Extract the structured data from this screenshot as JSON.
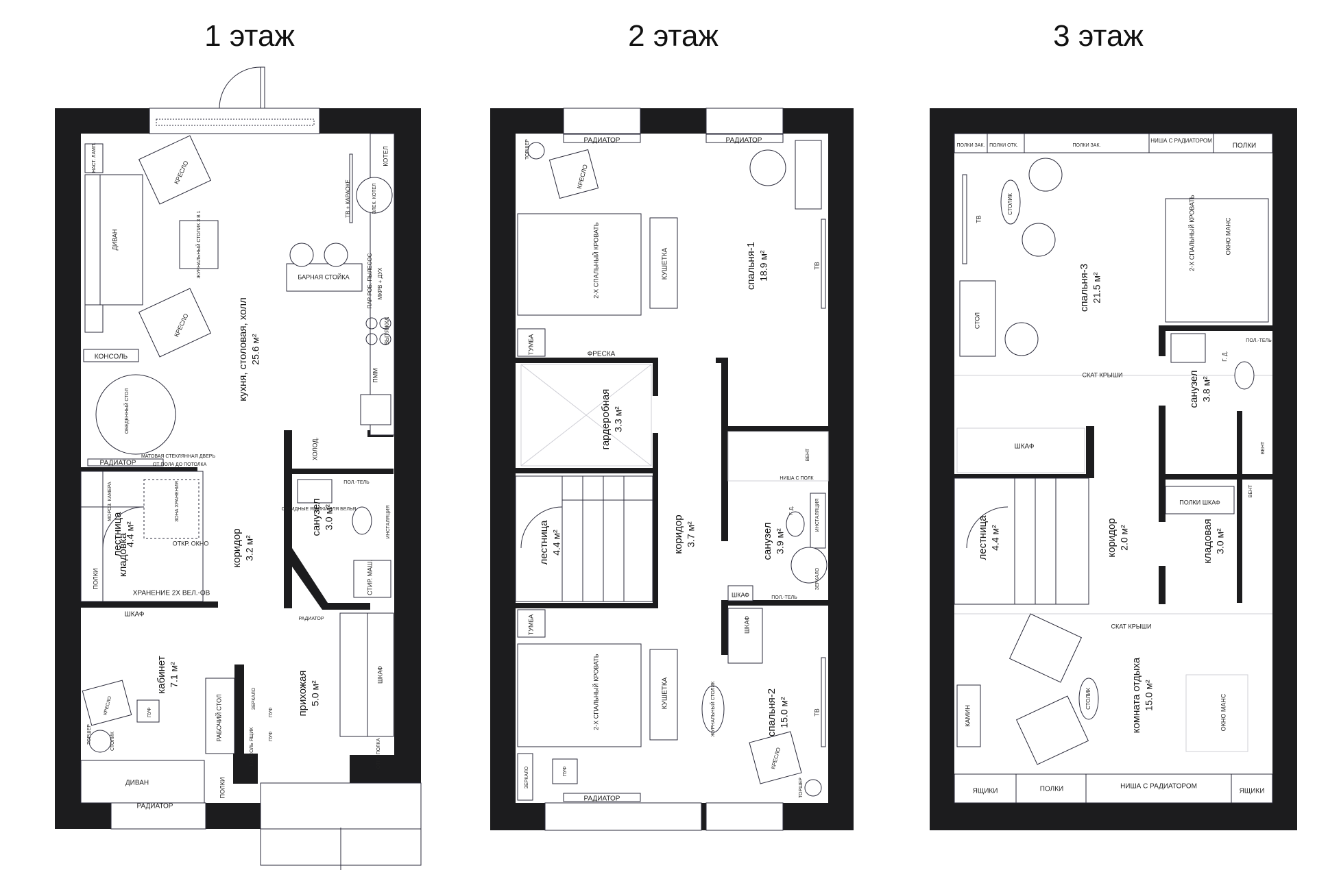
{
  "floors": [
    {
      "title": "1 этаж",
      "rooms": [
        {
          "name": "кухня, столовая, холл",
          "area": "25.6 м²"
        },
        {
          "name": "лестница",
          "area": "4.4 м²"
        },
        {
          "name": "кладовка"
        },
        {
          "name": "коридор",
          "area": "3.2 м²"
        },
        {
          "name": "санузел",
          "area": "3.0 м²"
        },
        {
          "name": "кабинет",
          "area": "7.1 м²"
        },
        {
          "name": "прихожая",
          "area": "5.0 м²"
        }
      ],
      "labels": [
        "КРЕСЛО",
        "ДИВАН",
        "ЖУРНАЛЬНЫЙ СТОЛИК 3 В 1",
        "КРЕСЛО",
        "КОНСОЛЬ",
        "ОБЕДЕННЫЙ СТОЛ",
        "РАДИАТОР",
        "МАТОВАЯ СТЕКЛЯННАЯ ДВЕРЬ",
        "ОТ ПОЛА ДО ПОТОЛКА",
        "БАРНАЯ СТОЙКА",
        "ТВ + КАРАОКЕ",
        "КОТЕЛ",
        "ЭЛЕК. КОТЕЛ",
        "ПАР РОБ. ПЫЛЕСОС",
        "МКРВ + ДУХ",
        "ВЫТЯЖКА",
        "ПММ",
        "ХОЛОД.",
        "ПОЛ.-ТЕЛЬ",
        "ОТКИДНЫЕ ЯЩИКИ ДЛЯ БЕЛЬЯ",
        "ИНСТАЛЯЦИЯ",
        "СТИР. МАШ.",
        "МОРОЗ. КАМЕРА",
        "ЗОНА ХРАНЕНИЯ",
        "ОТКР. ОКНО",
        "ПОЛКИ",
        "ХРАНЕНИЕ 2Х ВЕЛ.-ОВ",
        "ШКАФ",
        "КРЕСЛО",
        "ПУФ",
        "СТОЛИК",
        "ТОРШЕР",
        "РАБОЧИЙ СТОЛ",
        "ЗЕРКАЛО",
        "КОНСОЛЬ ЯЩИК",
        "ПУФ",
        "ПУФ",
        "ШКАФ",
        "ОТКР. ПОЛКА",
        "ДИВАН",
        "ПОЛКИ",
        "РАДИАТОР",
        "РАДИАТОР",
        "НАСТ. ЛАМП."
      ]
    },
    {
      "title": "2 этаж",
      "rooms": [
        {
          "name": "спальня-1",
          "area": "18.9 м²"
        },
        {
          "name": "гардеробная",
          "area": "3.3 м²"
        },
        {
          "name": "лестница",
          "area": "4.4 м²"
        },
        {
          "name": "коридор",
          "area": "3.7 м²"
        },
        {
          "name": "санузел",
          "area": "3.9 м²"
        },
        {
          "name": "спальня-2",
          "area": "15.0 м²"
        }
      ],
      "labels": [
        "РАДИАТОР",
        "РАДИАТОР",
        "ТОРШЕР",
        "КРЕСЛО",
        "2-Х СПАЛЬНЫЙ КРОВАТЬ",
        "КУШЕТКА",
        "ТВ",
        "ТУМБА",
        "ФРЕСКА",
        "ВЕНТ",
        "НИША С ПОЛК",
        "Г. Д.",
        "ИНСТАЛЯЦИЯ",
        "ЗЕРКАЛО",
        "ШКАФ",
        "ПОЛ.-ТЕЛЬ",
        "ШКАФ",
        "ТУМБА",
        "2-Х СПАЛЬНЫЙ КРОВАТЬ",
        "КУШЕТКА",
        "ЖУРНАЛЬНЫЙ СТОЛИК",
        "ТВ",
        "КРЕСЛО",
        "ТОРШЕР",
        "ЗЕРКАЛО",
        "ПУФ",
        "РАДИАТОР"
      ]
    },
    {
      "title": "3 этаж",
      "rooms": [
        {
          "name": "спальня-3",
          "area": "21.5 м²"
        },
        {
          "name": "санузел",
          "area": "3.8 м²"
        },
        {
          "name": "лестница",
          "area": "4.4 м²"
        },
        {
          "name": "коридор",
          "area": "2.0 м²"
        },
        {
          "name": "кладовая",
          "area": "3.0 м²"
        },
        {
          "name": "комната отдыха",
          "area": "15.0 м²"
        }
      ],
      "labels": [
        "ПОЛКИ ЗАК.",
        "ПОЛКИ ОТК.",
        "ПОЛКИ ЗАК.",
        "НИША С РАДИАТОРОМ",
        "ПОЛКИ",
        "ТВ",
        "СТОЛИК",
        "2-Х СПАЛЬНЫЙ КРОВАТЬ",
        "ОКНО МАНС",
        "СТОЛ",
        "СКАТ КРЫШИ",
        "ПОЛ.-ТЕЛЬ",
        "Г. Д.",
        "ВЕНТ",
        "ШКАФ",
        "ПОЛКИ ШКАФ",
        "ВЕНТ",
        "СКАТ КРЫШИ",
        "КАМИН",
        "СТОЛИК",
        "ОКНО МАНС",
        "ЯЩИКИ",
        "ПОЛКИ",
        "НИША С РАДИАТОРОМ",
        "ЯЩИКИ"
      ]
    }
  ],
  "colors": {
    "wall": "#1c1c1e",
    "line": "#2a2a3a",
    "hatch": "#cfcfd6",
    "background": "#ffffff"
  }
}
